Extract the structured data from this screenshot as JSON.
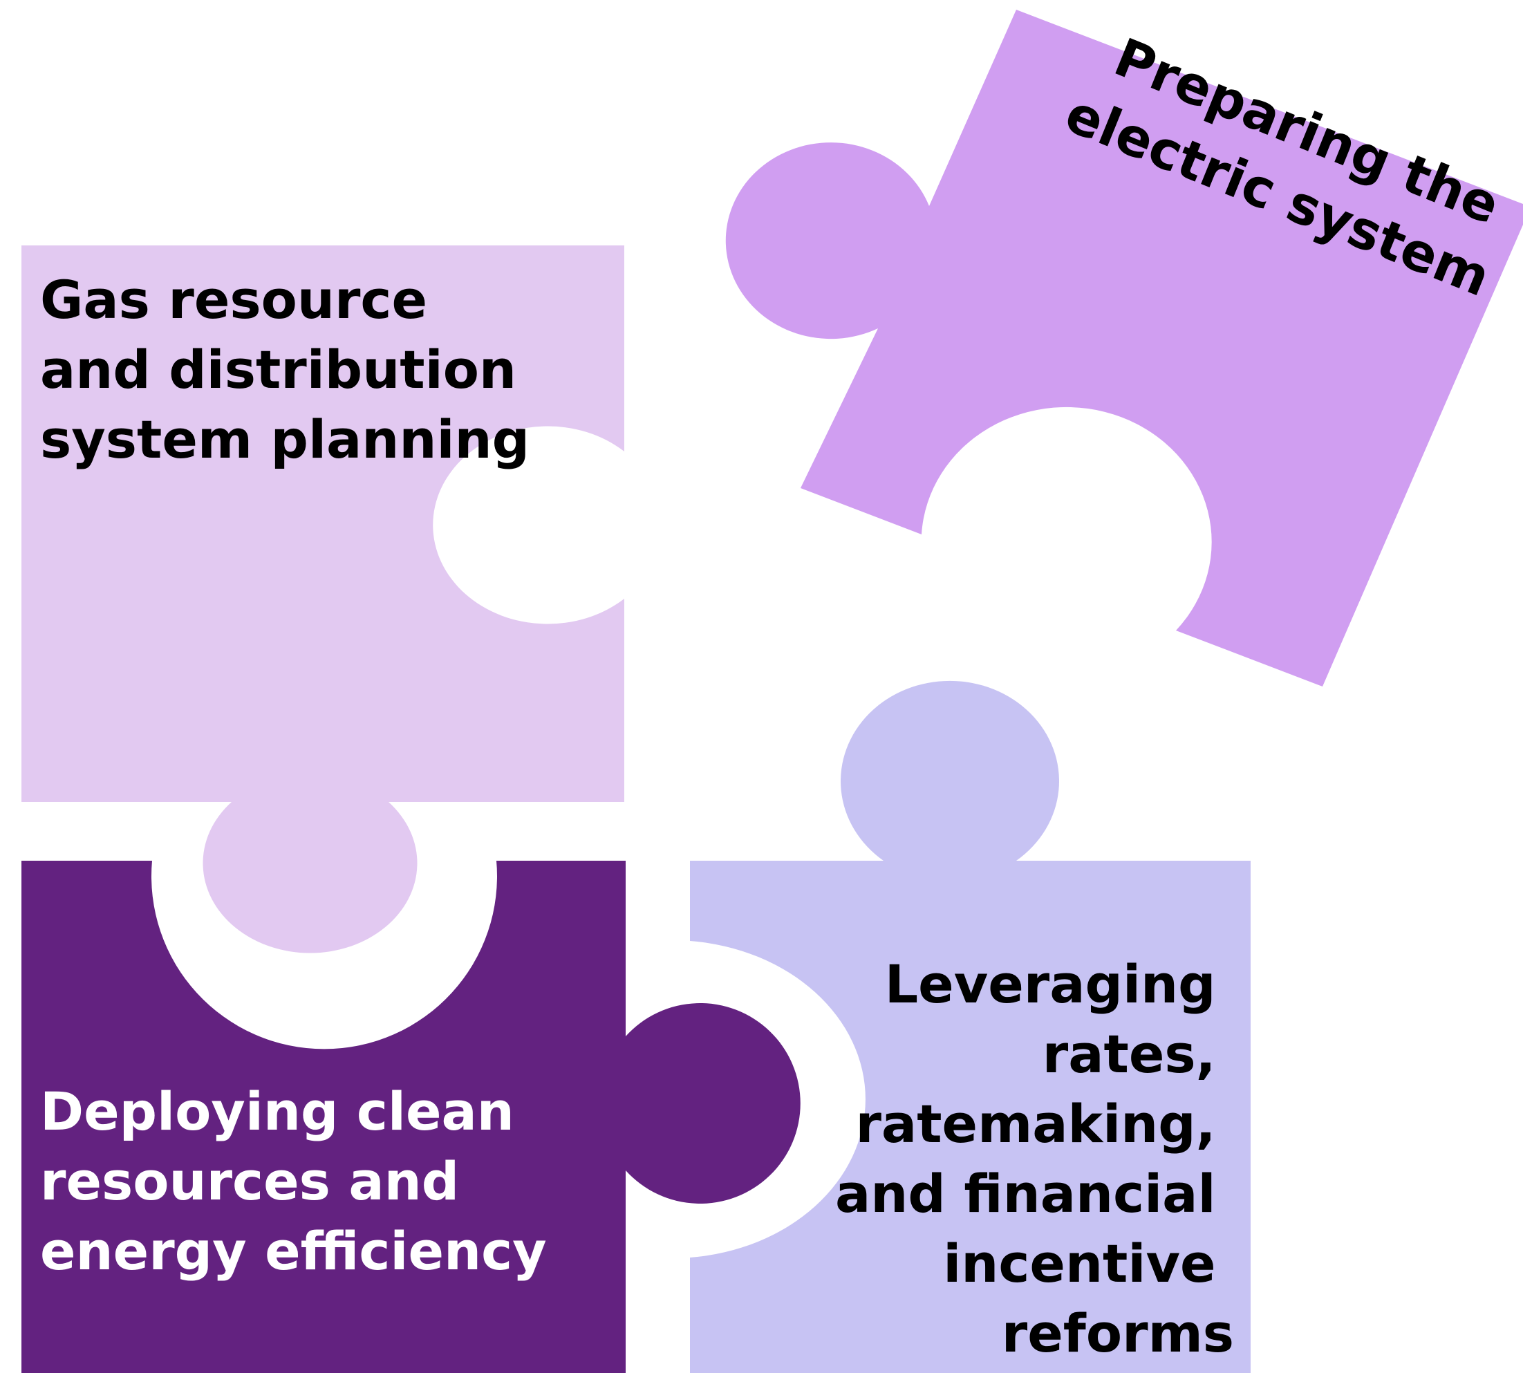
{
  "pieces": [
    {
      "id": "gas",
      "lines": [
        "Gas resource",
        "and distribution",
        "system planning"
      ],
      "fill": "#e2c9f1",
      "text_color": "#000000"
    },
    {
      "id": "electric",
      "lines": [
        "Preparing the",
        "electric system"
      ],
      "fill": "#d09ef1",
      "text_color": "#000000"
    },
    {
      "id": "clean",
      "lines": [
        "Deploying clean",
        "resources and",
        "energy efficiency"
      ],
      "fill": "#632280",
      "text_color": "#ffffff"
    },
    {
      "id": "rates",
      "lines": [
        "Leveraging",
        "rates,",
        "ratemaking,",
        "and financial",
        "incentive",
        "reforms"
      ],
      "fill": "#c7c3f3",
      "text_color": "#000000"
    }
  ]
}
